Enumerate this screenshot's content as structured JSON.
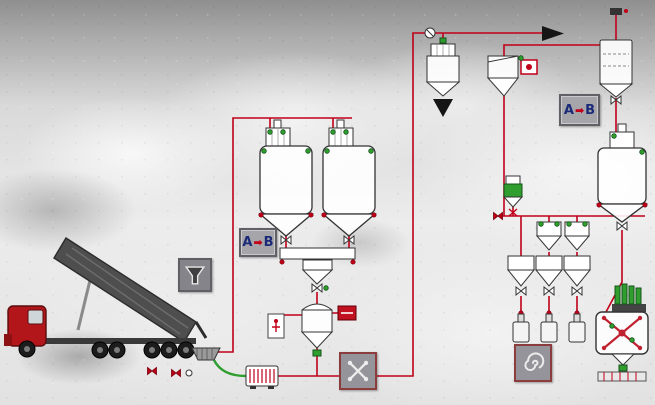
{
  "badges": {
    "route_left": {
      "a": "A",
      "arrow": "➡",
      "b": "B"
    },
    "route_right": {
      "a": "A",
      "arrow": "➡",
      "b": "B"
    }
  },
  "icons": [
    {
      "name": "funnel-icon"
    },
    {
      "name": "mixer-icon"
    },
    {
      "name": "spiral-icon"
    },
    {
      "name": "flow-arrow-icon"
    },
    {
      "name": "blower-icon"
    },
    {
      "name": "discharge-arrow-icon"
    }
  ],
  "colors": {
    "pipe": "#c00018",
    "valve_green": "#2f9e2f",
    "accent_red": "#c00018",
    "badge_bg": "#a0a0a5",
    "badge_border": "#8b3d3d",
    "letter_blue": "#1b2a78",
    "truck_cab_red": "#b3161a"
  },
  "equipment": [
    "dump-truck",
    "intake-pit",
    "transfer-hose",
    "rotary-blower",
    "storage-silo-1",
    "storage-silo-2",
    "weigh-collector",
    "weigh-vessel",
    "center-mixer",
    "instrument-card",
    "control-box",
    "filter-receiver",
    "cyclone-separator",
    "cyclone-instrument",
    "buffer-silo",
    "day-bin",
    "bag-dump-station",
    "dosing-hoppers",
    "bag-filling-stations",
    "paddle-mixer",
    "candle-filters",
    "discharge-tray"
  ]
}
